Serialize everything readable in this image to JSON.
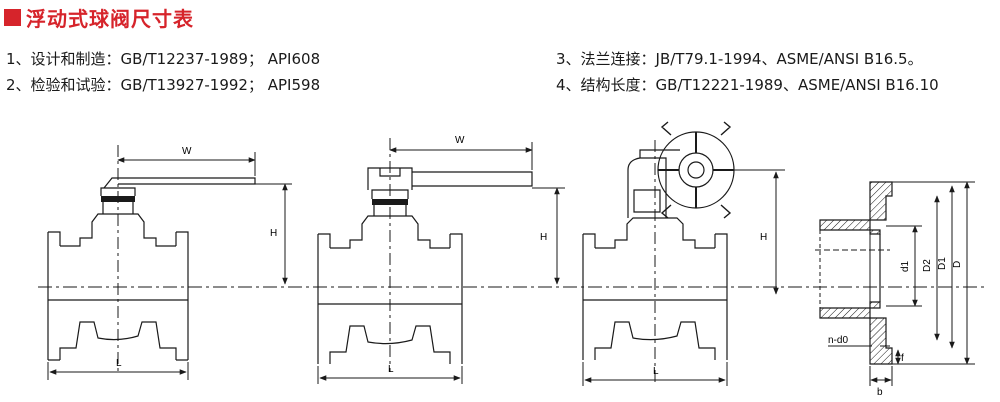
{
  "title": "浮动式球阀尺寸表",
  "specs_left": [
    "1、设计和制造：GB/T12237-1989；  API608",
    "2、检验和试验：GB/T13927-1992；  API598"
  ],
  "specs_right": [
    "3、法兰连接：JB/T79.1-1994、ASME/ANSI B16.5。",
    "4、结构长度：GB/T12221-1989、ASME/ANSI B16.10"
  ],
  "dimension_labels": {
    "w": "W",
    "h": "H",
    "l": "L",
    "d": "D",
    "d1": "D1",
    "d2": "D2",
    "dn": "d1",
    "bolts": "n-d0",
    "b": "b",
    "f": "f"
  },
  "colors": {
    "title": "#d6242b",
    "line": "#1a1a1a"
  }
}
